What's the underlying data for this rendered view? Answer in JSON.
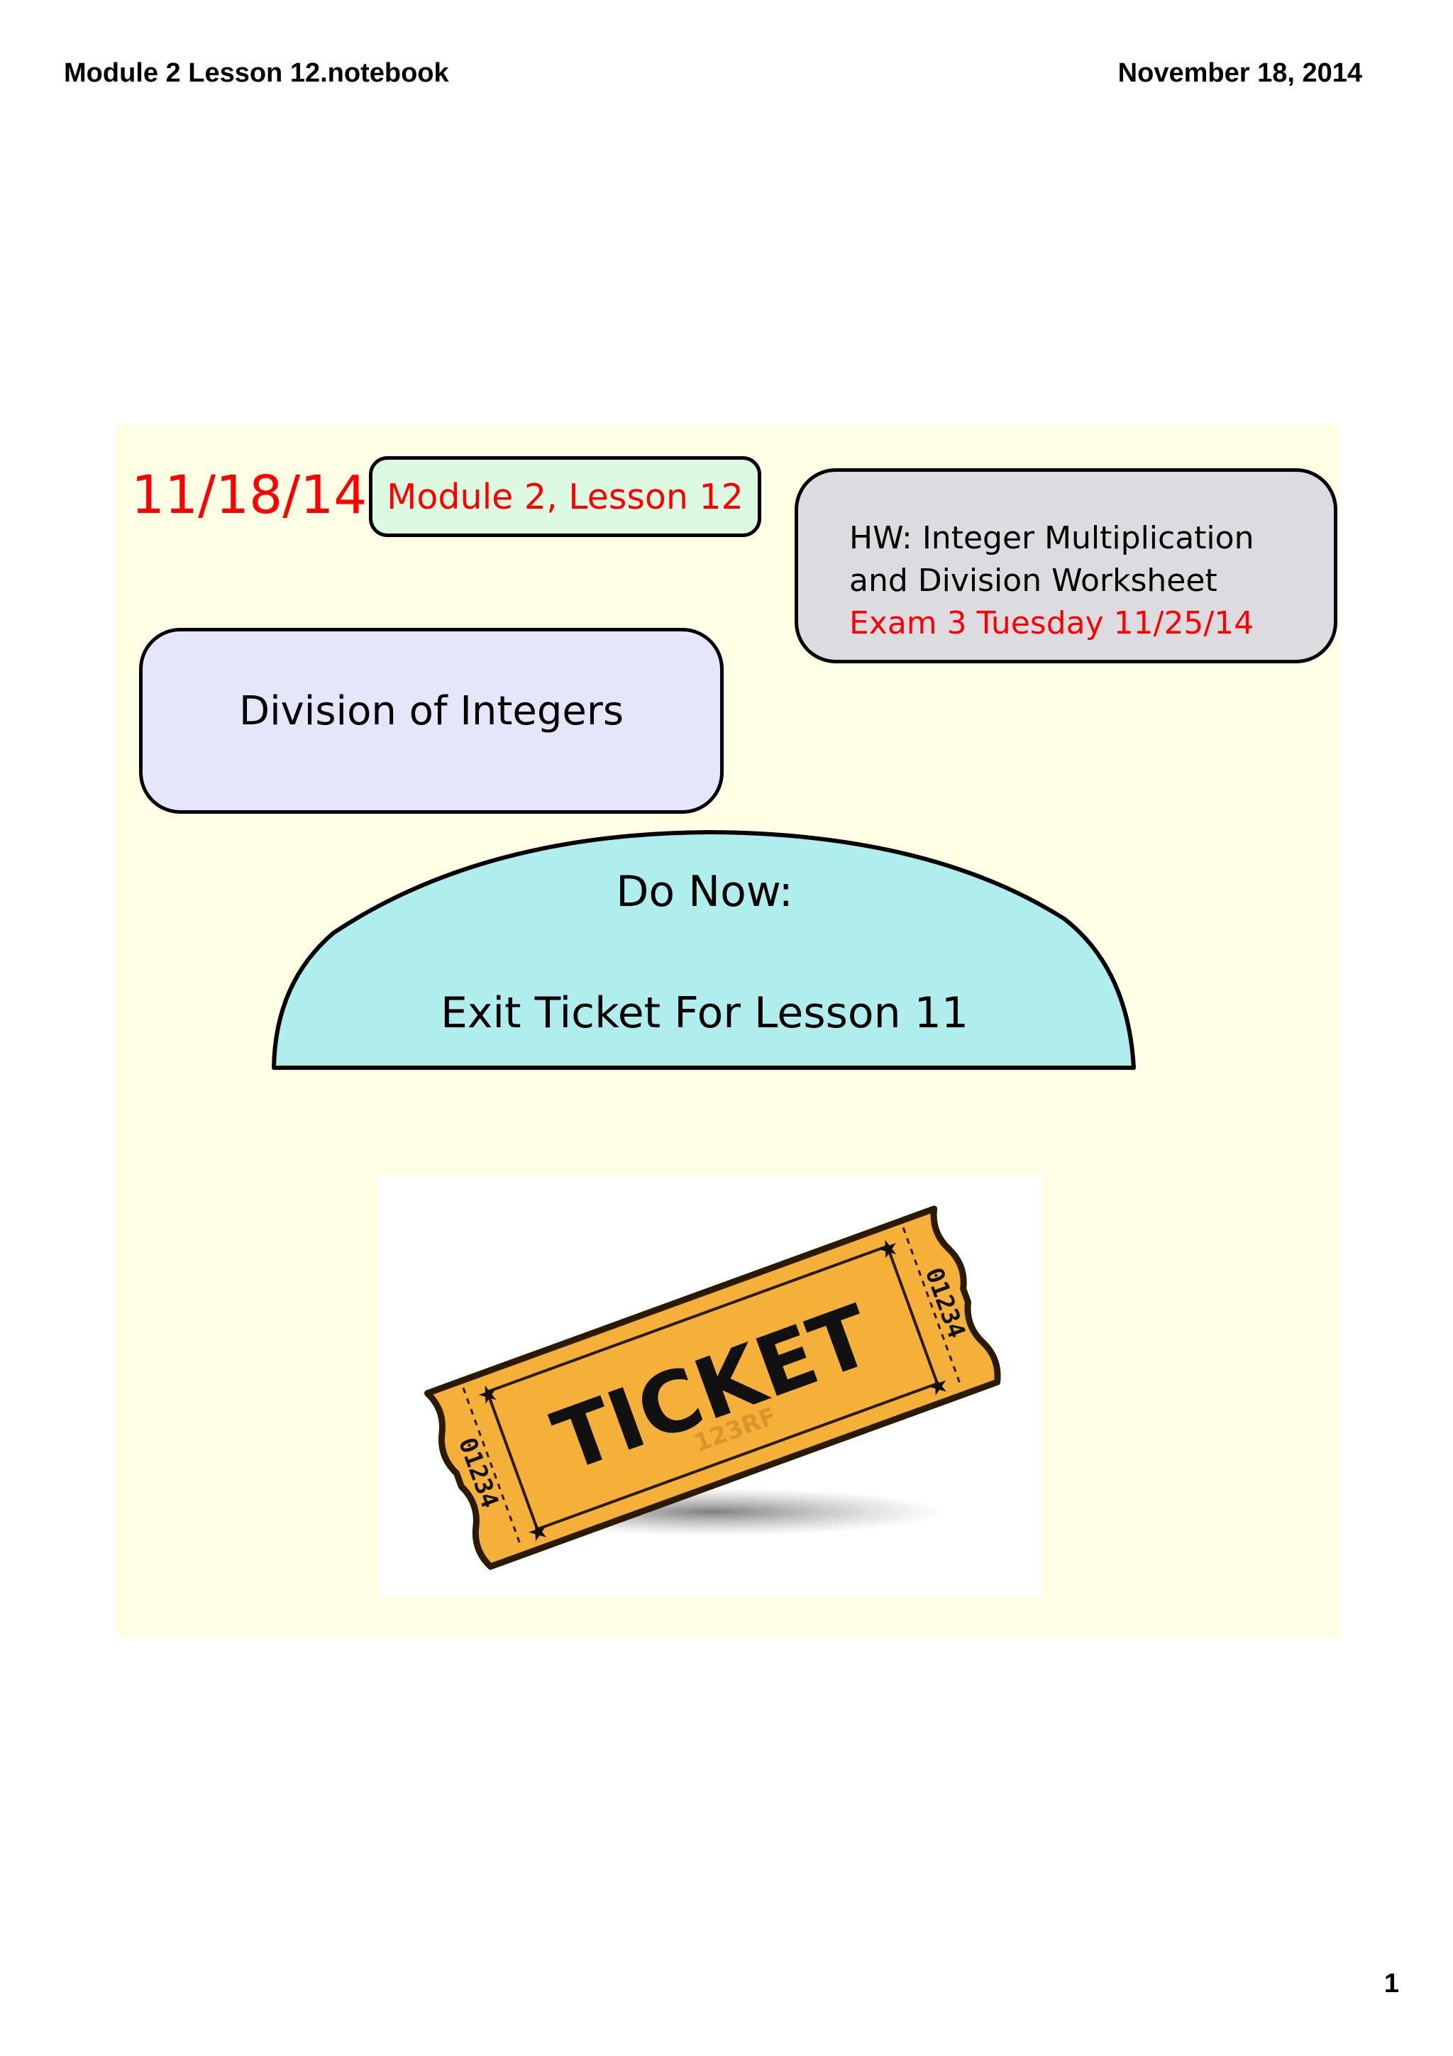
{
  "header": {
    "filename": "Module 2 Lesson 12.notebook",
    "date": "November 18, 2014"
  },
  "slide": {
    "date_stamp": "11/18/14",
    "lesson_label": "Module 2, Lesson 12",
    "homework": {
      "line1": "HW:  Integer Multiplication",
      "line2": "and Division Worksheet",
      "exam_line": "Exam 3 Tuesday 11/25/14"
    },
    "topic": "Division of Integers",
    "do_now": {
      "title": "Do Now:",
      "subtitle": "Exit Ticket For Lesson 11"
    },
    "ticket_image": {
      "word": "TICKET",
      "serial": "01234",
      "watermark": "123RF"
    }
  },
  "footer": {
    "page_number": "1"
  },
  "colors": {
    "slide_bg": "#ffffe6",
    "red_text": "#ff0000",
    "lesson_box_fill": "#dcfae1",
    "hw_box_fill": "#dcdce0",
    "topic_box_fill": "#e6e6fa",
    "donow_fill": "#b0eeee",
    "ticket_gold": "#f5b03a"
  }
}
